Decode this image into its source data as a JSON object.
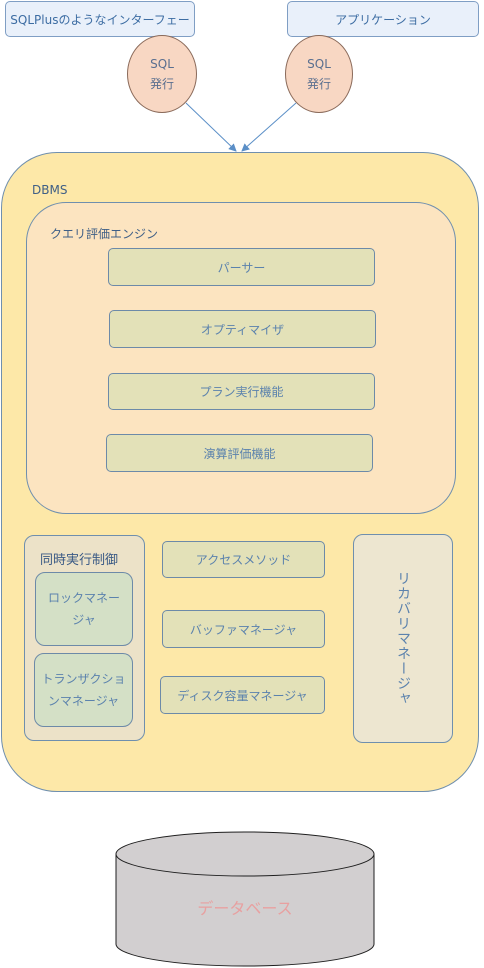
{
  "clients": {
    "sqlplus": "SQLPlusのようなインターフェー",
    "application": "アプリケーション"
  },
  "sql_issue": {
    "line1": "SQL",
    "line2": "発行"
  },
  "dbms": {
    "label": "DBMS",
    "query_engine": {
      "label": "クエリ評価エンジン",
      "parser": "パーサー",
      "optimizer": "オプティマイザ",
      "plan_executor": "プラン実行機能",
      "operator_evaluator": "演算評価機能"
    },
    "concurrency": {
      "label": "同時実行制御",
      "lock_manager_line1": "ロックマネー",
      "lock_manager_line2": "ジャ",
      "transaction_manager_line1": "トランザクショ",
      "transaction_manager_line2": "ンマネージャ"
    },
    "access_methods": "アクセスメソッド",
    "buffer_manager": "バッファマネージャ",
    "disk_space_manager": "ディスク容量マネージャ",
    "recovery_manager": "リカバリマネージャ"
  },
  "database": {
    "label": "データベース"
  },
  "colors": {
    "dbms_fill": "#fde8a8",
    "engine_fill": "#fce4c0",
    "component_fill": "#e3e1b8",
    "sql_fill": "#f8d7c3",
    "database_fill": "#d2cfd0",
    "database_text": "#e8a0a0",
    "arrow": "#5b8fc7"
  }
}
